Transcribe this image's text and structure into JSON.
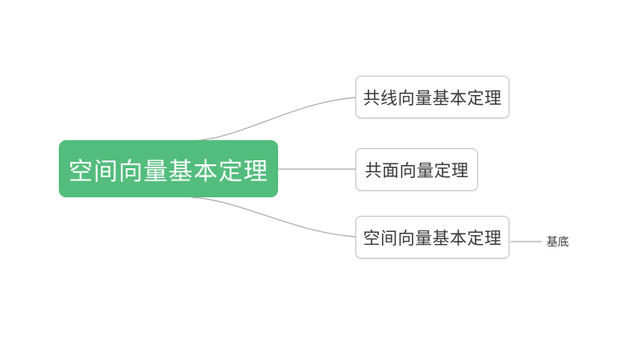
{
  "diagram": {
    "type": "mind-map",
    "background_color": "#ffffff",
    "root": {
      "label": "空间向量基本定理",
      "fill_color": "#53bd7d",
      "text_color": "#ffffff"
    },
    "branches": [
      {
        "label": "共线向量基本定理",
        "fill_color": "#ffffff",
        "border_color": "#c2c2c2",
        "text_color": "#3a3a3a"
      },
      {
        "label": "共面向量定理",
        "fill_color": "#ffffff",
        "border_color": "#c2c2c2",
        "text_color": "#3a3a3a"
      },
      {
        "label": "空间向量基本定理",
        "fill_color": "#ffffff",
        "border_color": "#c2c2c2",
        "text_color": "#3a3a3a"
      }
    ],
    "leaves": [
      {
        "label": "基底",
        "text_color": "#3a3a3a",
        "parent": "空间向量基本定理"
      }
    ],
    "connector_color": "#a8a8a8"
  }
}
